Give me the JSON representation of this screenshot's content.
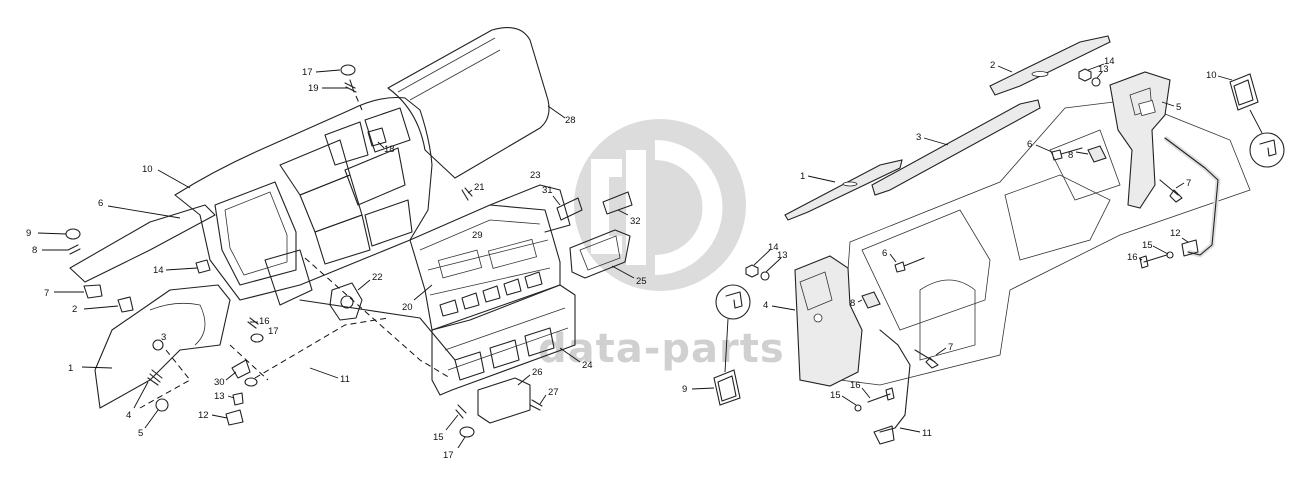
{
  "watermark": {
    "text": "data-parts",
    "color": "#d0d0d0"
  },
  "left_diagram": {
    "labels": {
      "l1": "1",
      "l2": "2",
      "l4": "4",
      "l5": "5",
      "l6": "6",
      "l7": "7",
      "l8": "8",
      "l9": "9",
      "l10": "10",
      "l11": "11",
      "l12": "12",
      "l13": "13",
      "l14": "14",
      "l15": "15",
      "l16": "16",
      "l17a": "17",
      "l17b": "17",
      "l17c": "17",
      "l18": "18",
      "l19": "19",
      "l20": "20",
      "l21": "21",
      "l22": "22",
      "l23": "23",
      "l24": "24",
      "l25": "25",
      "l26": "26",
      "l27": "27",
      "l28": "28",
      "l29": "29",
      "l30": "30",
      "l31": "31",
      "l32": "32",
      "l3": "3"
    }
  },
  "right_diagram": {
    "labels": {
      "r1": "1",
      "r2": "2",
      "r3": "3",
      "r4": "4",
      "r5": "5",
      "r6a": "6",
      "r6b": "6",
      "r7a": "7",
      "r7b": "7",
      "r8a": "8",
      "r8b": "8",
      "r9": "9",
      "r10": "10",
      "r11": "11",
      "r12": "12",
      "r13a": "13",
      "r13b": "13",
      "r14a": "14",
      "r14b": "14",
      "r15": "15",
      "r16a": "16",
      "r16b": "16"
    }
  }
}
